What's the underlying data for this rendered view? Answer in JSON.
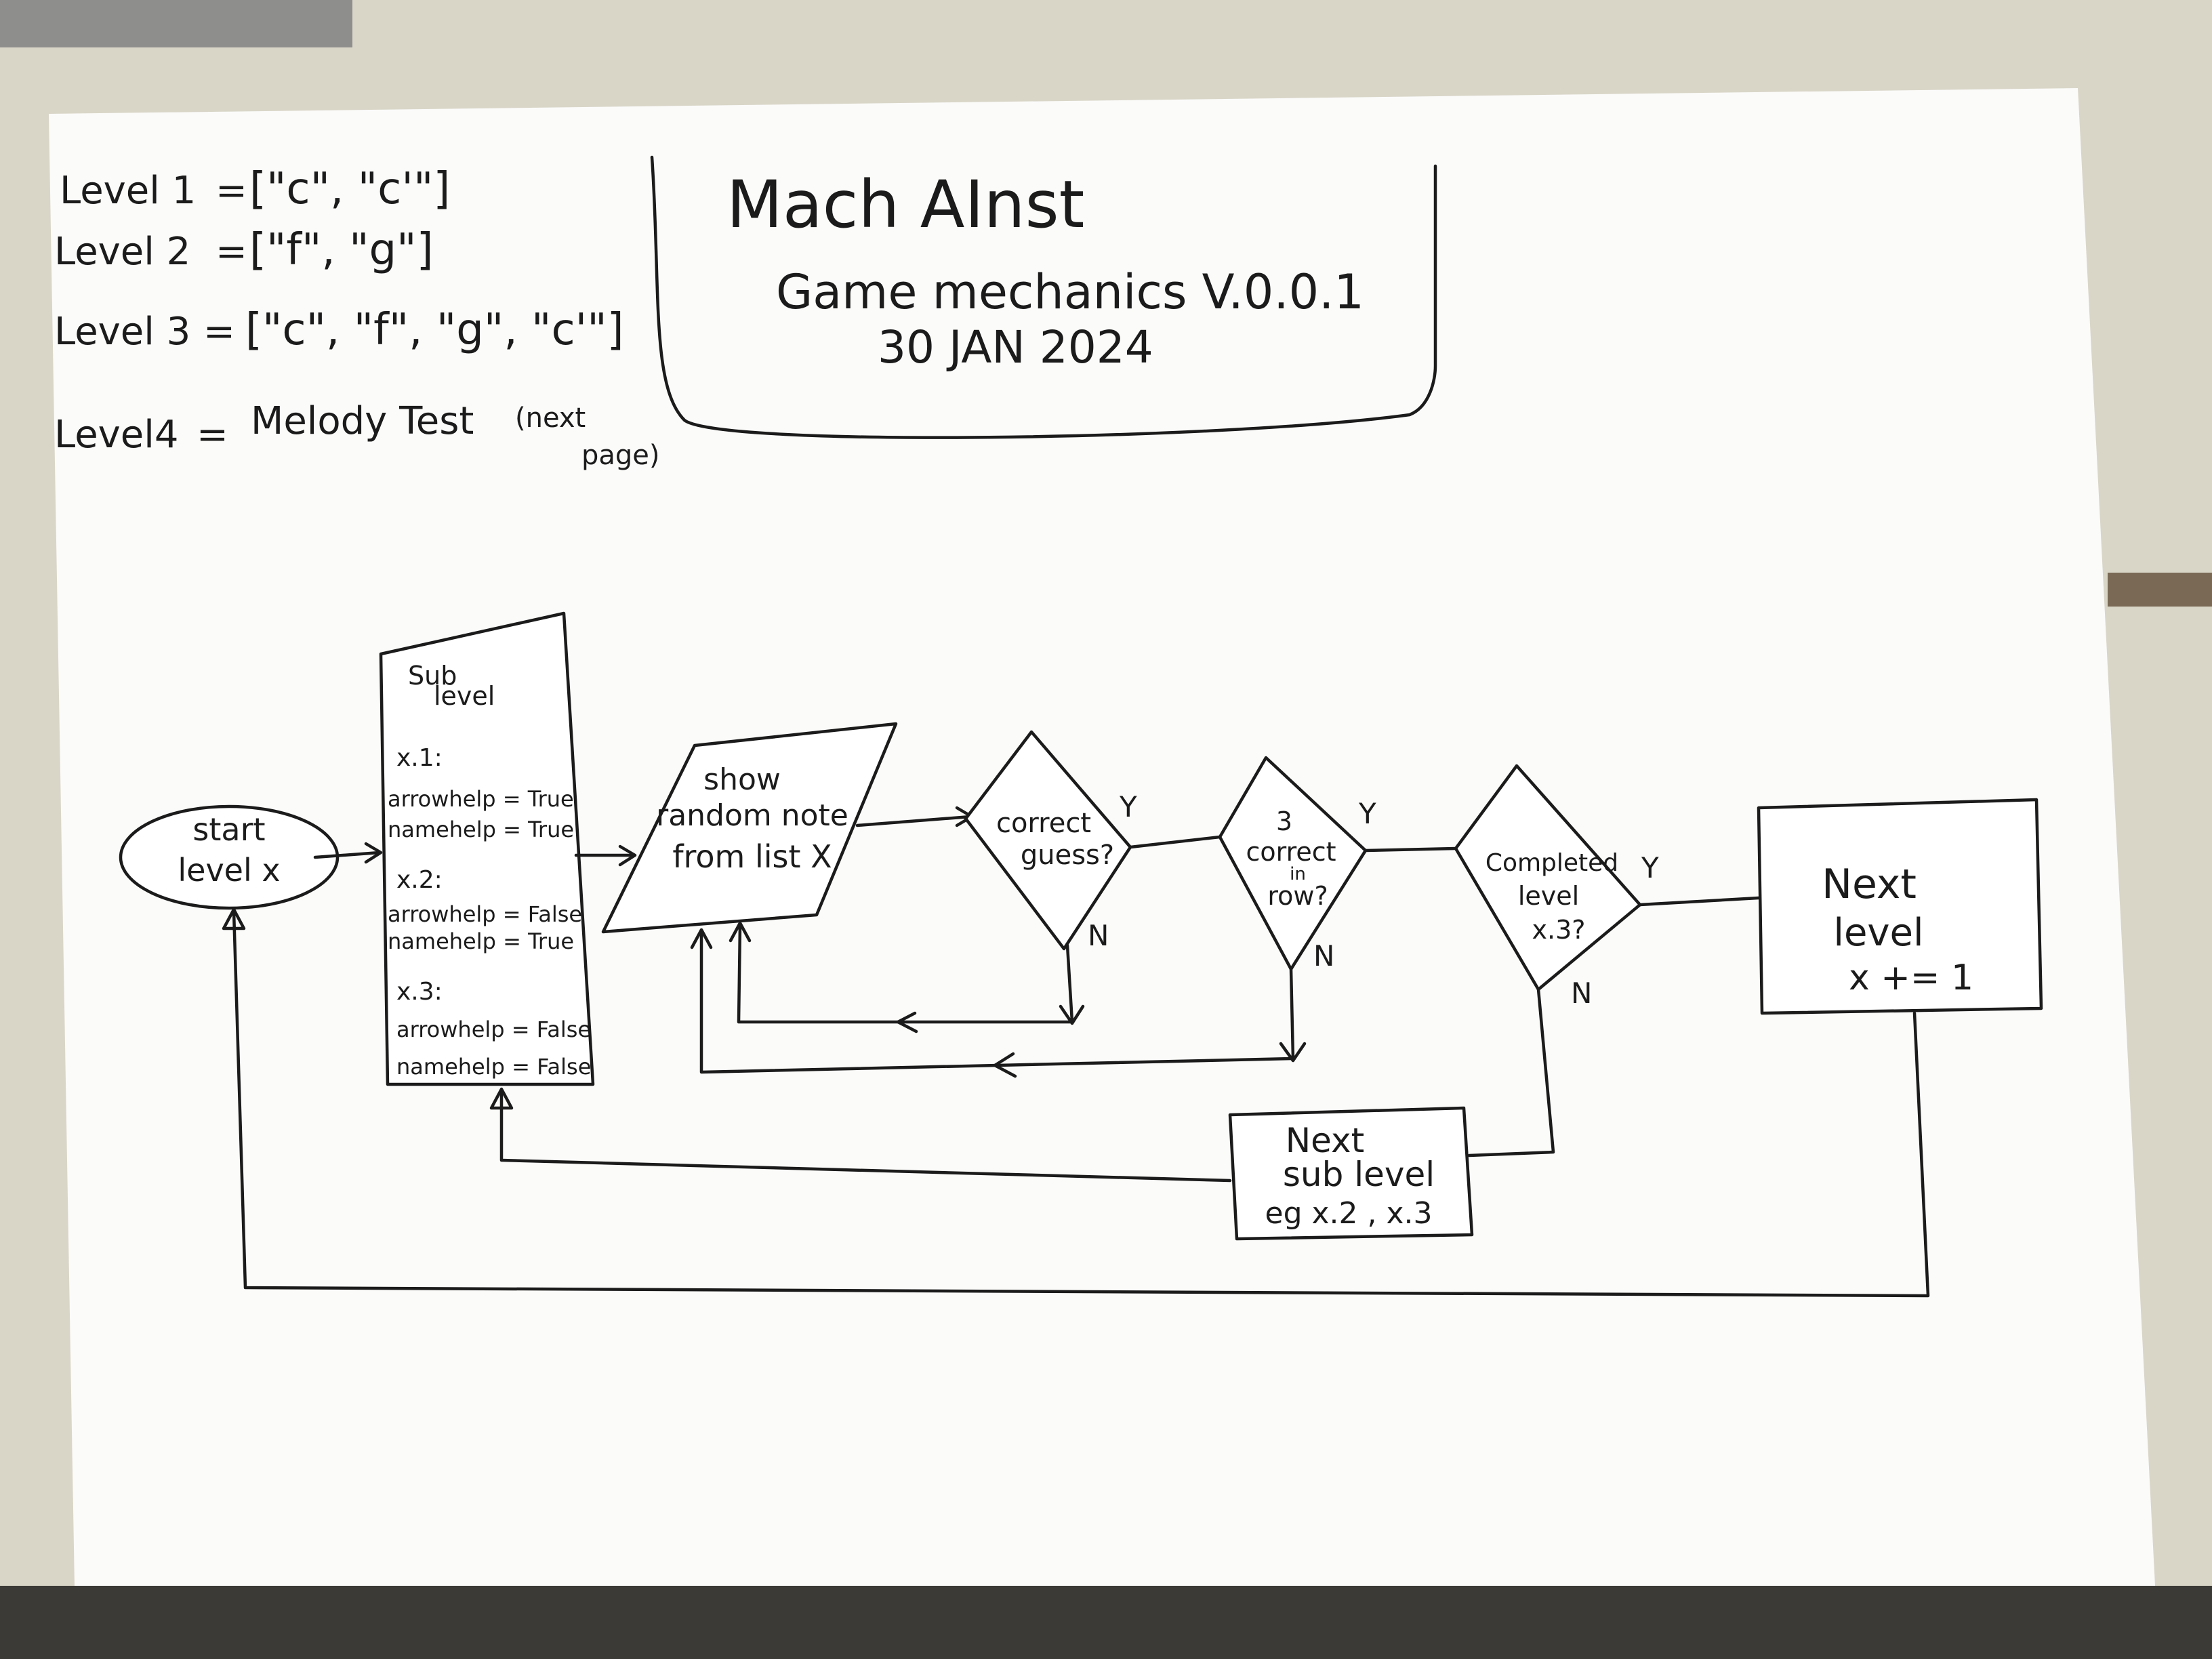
{
  "colors": {
    "paper": "#fbfbfa",
    "ink": "#1b1b1b",
    "table": "#d9d6c8"
  },
  "levels": [
    {
      "label": "Level 1",
      "equals": "=",
      "value": "[\"c\", \"c'\"]"
    },
    {
      "label": "Level 2",
      "equals": "=",
      "value": "[\"f\", \"g\"]"
    },
    {
      "label": "Level 3",
      "equals": "=",
      "value": "[\"c\", \"f\", \"g\", \"c'\"]"
    },
    {
      "label": "Level4",
      "equals": "=",
      "value": "Melody Test",
      "note_line1": "(next",
      "note_line2": "page)"
    }
  ],
  "title_box": {
    "title": "Mach AInst",
    "subtitle": "Game mechanics  V.0.0.1",
    "date": "30 JAN  2024"
  },
  "flowchart": {
    "start": {
      "line1": "start",
      "line2": "level x"
    },
    "sublevel": {
      "heading1": "Sub",
      "heading2": "level",
      "rows": [
        "x.1:",
        "arrowhelp = True",
        "namehelp = True",
        "x.2:",
        "arrowhelp = False",
        "namehelp = True",
        "x.3:",
        "arrowhelp = False",
        "namehelp = False"
      ]
    },
    "show_note": {
      "line1": "show",
      "line2": "random note",
      "line3": "from list X"
    },
    "correct_guess": {
      "line1": "correct",
      "line2": "guess?",
      "yes": "Y",
      "no": "N"
    },
    "three_correct": {
      "line1": "3",
      "line2": "correct",
      "line3": "in",
      "line4": "row?",
      "yes": "Y",
      "no": "N"
    },
    "completed": {
      "line1": "Completed",
      "line2": "level",
      "line3": "x.3?",
      "yes": "Y",
      "no": "N"
    },
    "next_level": {
      "line1": "Next",
      "line2": "level",
      "line3": "x += 1"
    },
    "next_sublevel": {
      "line1": "Next",
      "line2": "sub level",
      "line3": "eg x.2 , x.3"
    }
  }
}
